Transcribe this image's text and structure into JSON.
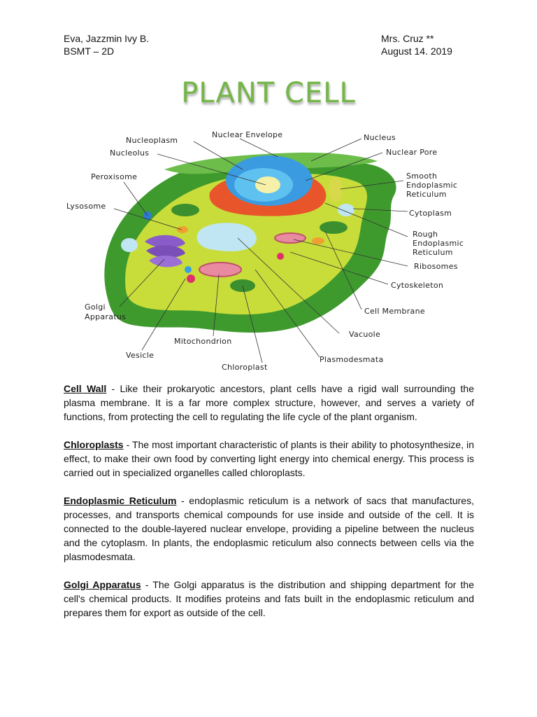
{
  "header": {
    "student_name": "Eva, Jazzmin Ivy B.",
    "section": "BSMT – 2D",
    "teacher": "Mrs. Cruz **",
    "date": "August 14. 2019"
  },
  "title": "PLANT CELL",
  "diagram_labels": {
    "nucleoplasm": "Nucleoplasm",
    "nuclear_envelope": "Nuclear Envelope",
    "nucleus": "Nucleus",
    "nucleolus": "Nucleolus",
    "nuclear_pore": "Nuclear Pore",
    "peroxisome": "Peroxisome",
    "smooth_er_1": "Smooth",
    "smooth_er_2": "Endoplasmic",
    "smooth_er_3": "Reticulum",
    "lysosome": "Lysosome",
    "cytoplasm": "Cytoplasm",
    "rough_er_1": "Rough",
    "rough_er_2": "Endoplasmic",
    "rough_er_3": "Reticulum",
    "ribosomes": "Ribosomes",
    "cytoskeleton": "Cytoskeleton",
    "golgi_1": "Golgi",
    "golgi_2": "Apparatus",
    "cell_membrane": "Cell Membrane",
    "vacuole": "Vacuole",
    "mitochondrion": "Mitochondrion",
    "vesicle": "Vesicle",
    "plasmodesmata": "Plasmodesmata",
    "chloroplast": "Chloroplast"
  },
  "paragraphs": [
    {
      "term": "Cell Wall",
      "text": " - Like their prokaryotic ancestors, plant cells have a rigid wall surrounding the plasma membrane. It is a far more complex structure, however, and serves a variety of functions, from protecting the cell to regulating the life cycle of the plant organism."
    },
    {
      "term": "Chloroplasts",
      "text": " - The most important characteristic of plants is their ability to photosynthesize, in effect, to make their own food by converting light energy into chemical energy. This process is carried out in specialized organelles called chloroplasts."
    },
    {
      "term": "Endoplasmic Reticulum",
      "text": " - endoplasmic reticulum is a network of sacs that manufactures, processes, and transports chemical compounds for use inside and outside of the cell. It is connected to the double-layered nuclear envelope, providing a pipeline between the nucleus and the cytoplasm. In plants, the endoplasmic reticulum also connects between cells via the plasmodesmata."
    },
    {
      "term": "Golgi Apparatus",
      "text": " - The Golgi apparatus is the distribution and shipping department for the cell's chemical products. It modifies proteins and fats built in the endoplasmic reticulum and prepares them for export as outside of the cell."
    }
  ],
  "colors": {
    "title": "#74b648",
    "cell_wall": "#3f9a2e",
    "cytoplasm": "#c9dd3a",
    "nucleus": "#3a9be0",
    "rough_er": "#e8552a",
    "golgi": "#8a5cc9",
    "vacuole": "#bfe6f2"
  }
}
